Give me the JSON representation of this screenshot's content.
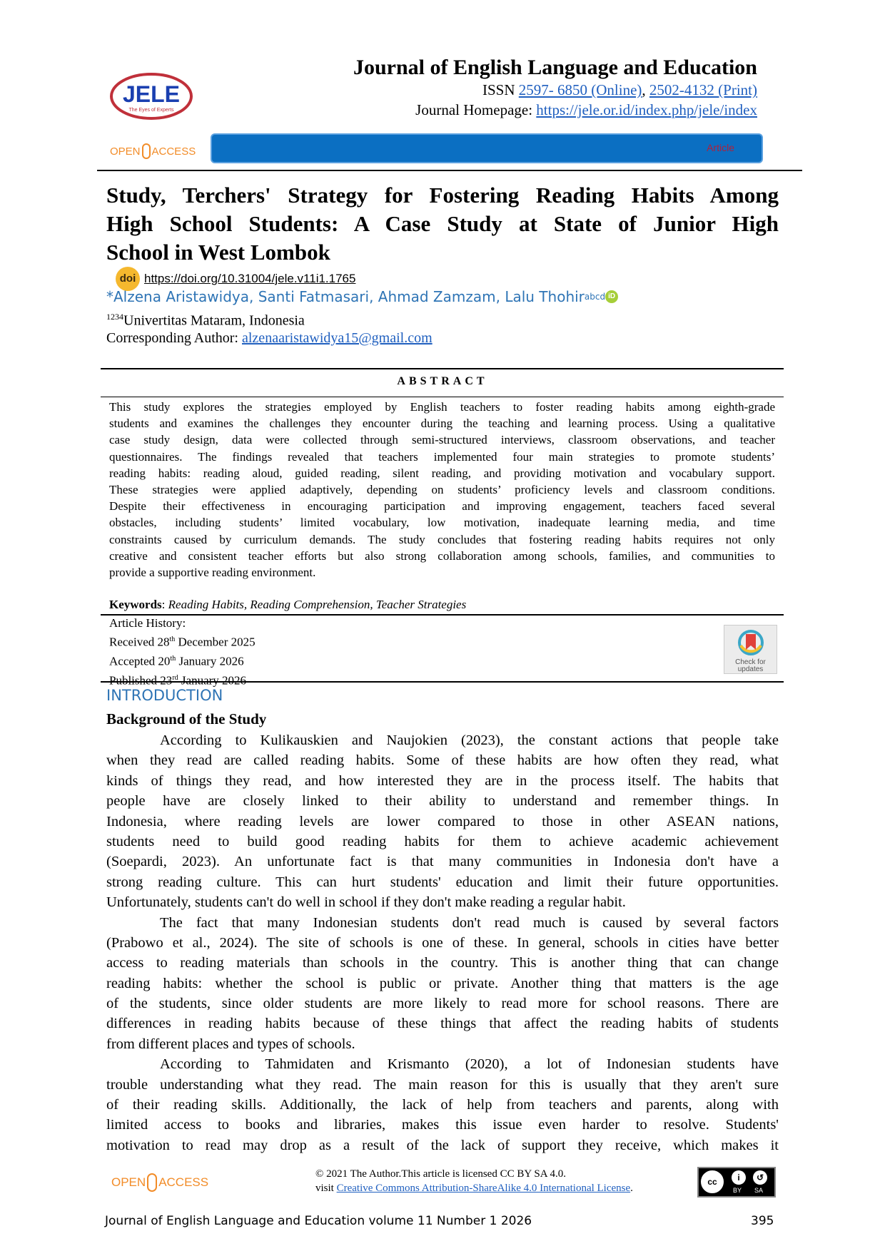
{
  "header": {
    "journal_title": "Journal of English Language and Education",
    "issn_label": "ISSN ",
    "issn_online": "2597- 6850 (Online)",
    "issn_sep": ", ",
    "issn_print": "2502-4132 (Print)",
    "homepage_label": "Journal Homepage: ",
    "homepage_url": "https://jele.or.id/index.php/jele/index",
    "logo_text": "JELE",
    "logo_tagline": "The Eyes of Experts",
    "open_access_left": "OPEN",
    "open_access_right": "ACCESS",
    "article_type": "Article"
  },
  "article": {
    "title_lines": [
      "Study, Terchers' Strategy for Fostering Reading Habits Among",
      "High School Students: A Case Study at State of Junior High",
      "School in West Lombok"
    ],
    "doi_icon": "doi",
    "doi": "https://doi.org/10.31004/jele.v11i1.1765",
    "authors": "*Alzena Aristawidya, Santi Fatmasari, Ahmad Zamzam, Lalu Thohir",
    "authors_sup": "abcd",
    "affiliation_sup": "1234",
    "affiliation": "Univertitas Mataram, Indonesia",
    "corresponding_label": "Corresponding Author: ",
    "corresponding_email": "alzenaaristawidya15@gmail.com"
  },
  "abstract": {
    "heading": "ABSTRACT",
    "lines": [
      "This study explores the strategies employed by English teachers to foster reading habits among eighth-grade",
      "students and examines the challenges they encounter during the teaching and learning process. Using a qualitative",
      "case study design, data were collected through semi-structured interviews, classroom observations, and teacher",
      "questionnaires. The findings revealed that teachers implemented four main strategies to promote students’",
      "reading habits: reading aloud, guided reading, silent reading, and providing motivation and vocabulary support.",
      "These strategies were applied adaptively, depending on students’ proficiency levels and classroom conditions.",
      "Despite their effectiveness in encouraging participation and improving engagement, teachers faced several",
      "obstacles, including students’ limited vocabulary, low motivation, inadequate learning media, and time",
      "constraints caused by curriculum demands. The study concludes that fostering reading habits requires not only",
      "creative and consistent teacher efforts but also strong collaboration among schools, families, and communities to",
      "provide a supportive reading environment."
    ],
    "keywords_label": "Keywords",
    "keywords": "Reading Habits, Reading Comprehension, Teacher Strategies"
  },
  "history": {
    "label": "Article History:",
    "received": {
      "pre": "Received 28",
      "sup": "th",
      "post": " December 2025"
    },
    "accepted": {
      "pre": "Accepted 20",
      "sup": "th",
      "post": " January 2026"
    },
    "published": {
      "pre": "Published 23",
      "sup": "rd",
      "post": " January 2026"
    },
    "check_updates": "Check for updates"
  },
  "introduction": {
    "heading": "INTRODUCTION",
    "subheading": "Background of the Study",
    "paragraphs": [
      [
        "According to Kulikauskien and Naujokien (2023), the constant actions that people take",
        "when they read are called reading habits. Some of these habits are how often they read, what",
        "kinds of things they read, and how interested they are in the process itself. The habits that",
        "people have are closely linked to their ability to understand and remember things. In",
        "Indonesia, where reading levels are lower compared to those in other ASEAN nations,",
        "students need to build good reading habits for them to achieve academic achievement",
        "(Soepardi, 2023). An unfortunate fact is that many communities in Indonesia don't have a",
        "strong reading culture. This can hurt students' education and limit their future opportunities.",
        "Unfortunately, students can't do well in school if they don't make reading a regular habit."
      ],
      [
        "The fact that many Indonesian students don't read much is caused by several factors",
        "(Prabowo et al., 2024). The site of schools is one of these. In general, schools in cities have better",
        "access to reading materials than schools in the country. This is another thing that can change",
        "reading habits: whether the school is public or private. Another thing that matters is the age",
        "of the students, since older students are more likely to read more for school reasons. There are",
        "differences in reading habits because of these things that affect the reading habits of students",
        "from different places and types of schools."
      ],
      [
        "According to Tahmidaten and Krismanto (2020), a lot of Indonesian students have",
        "trouble understanding what they read. The main reason for this is usually that they aren't sure",
        "of their reading skills. Additionally, the lack of help from teachers and parents, along with",
        "limited access to books and libraries, makes this issue even harder to resolve. Students'",
        "motivation to read may drop as a result of the lack of support they receive, which makes it"
      ]
    ]
  },
  "footer": {
    "license_line1": "© 2021 The Author.This article is licensed CC BY SA 4.0.",
    "license_visit": "visit ",
    "license_link": "Creative Commons Attribution-ShareAlike 4.0 International License",
    "license_end": ".",
    "cc_by": "BY",
    "cc_sa": "SA",
    "journal_info": "Journal of English Language and Education volume 11 Number 1 2026",
    "page_number": "395"
  }
}
